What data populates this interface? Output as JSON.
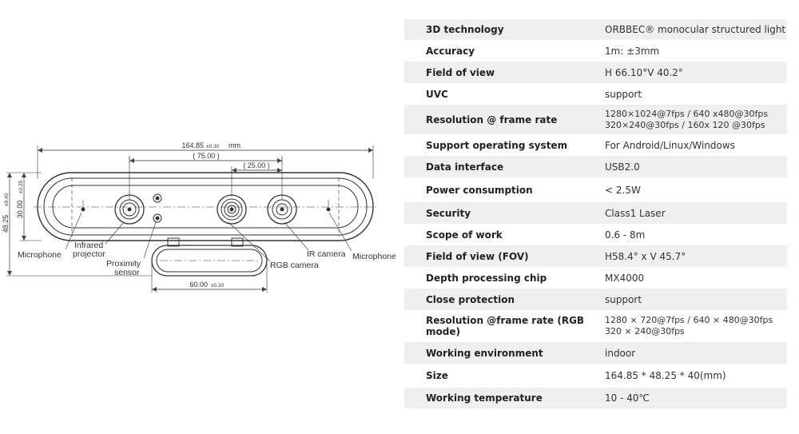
{
  "drawing": {
    "dimensions": {
      "overall_width": "164.85",
      "overall_width_tol": "±0.30",
      "overall_width_unit": "mm",
      "spacing_75": "( 75.00 )",
      "spacing_25": "( 25.00 )",
      "total_height": "48.25",
      "total_height_tol": "±0.40",
      "body_height": "30.00",
      "body_height_tol": "±0.25",
      "base_width": "60.00",
      "base_width_tol": "±0.20"
    },
    "labels": {
      "microphone_left": "Microphone",
      "infrared_1": "Infrared",
      "infrared_2": "projector",
      "proximity_1": "Proximity",
      "proximity_2": "sensor",
      "rgb_camera": "RGB camera",
      "ir_camera": "IR camera",
      "microphone_right": "Microphone"
    }
  },
  "specs": [
    {
      "label": "3D technology",
      "value": [
        "ORBBEC® monocular structured light"
      ]
    },
    {
      "label": "Accuracy",
      "value": [
        "1m: ±3mm"
      ]
    },
    {
      "label": "Field of view",
      "value": [
        "H 66.10°V 40.2°"
      ]
    },
    {
      "label": "UVC",
      "value": [
        "support"
      ]
    },
    {
      "label": "Resolution @ frame rate",
      "value": [
        "1280×1024@7fps / 640 x480@30fps",
        "320×240@30fps / 160x 120 @30fps"
      ]
    },
    {
      "label": "Support operating system",
      "value": [
        "For Android/Linux/Windows"
      ]
    },
    {
      "label": "Data interface",
      "value": [
        "USB2.0"
      ]
    },
    {
      "label": "Power consumption",
      "value": [
        "< 2.5W"
      ]
    },
    {
      "label": "Security",
      "value": [
        "Class1 Laser"
      ]
    },
    {
      "label": "Scope of work",
      "value": [
        "0.6 - 8m"
      ]
    },
    {
      "label": "Field of view (FOV)",
      "value": [
        "H58.4° x V 45.7°"
      ]
    },
    {
      "label": "Depth processing chip",
      "value": [
        "MX4000"
      ]
    },
    {
      "label": "Close protection",
      "value": [
        "support"
      ]
    },
    {
      "label": "Resolution @frame rate (RGB mode)",
      "value": [
        "1280 × 720@7fps / 640 × 480@30fps",
        "320 × 240@30fps"
      ]
    },
    {
      "label": "Working environment",
      "value": [
        "indoor"
      ]
    },
    {
      "label": "Size",
      "value": [
        "164.85 * 48.25 * 40(mm)"
      ]
    },
    {
      "label": "Working temperature",
      "value": [
        "10 - 40℃"
      ]
    }
  ]
}
